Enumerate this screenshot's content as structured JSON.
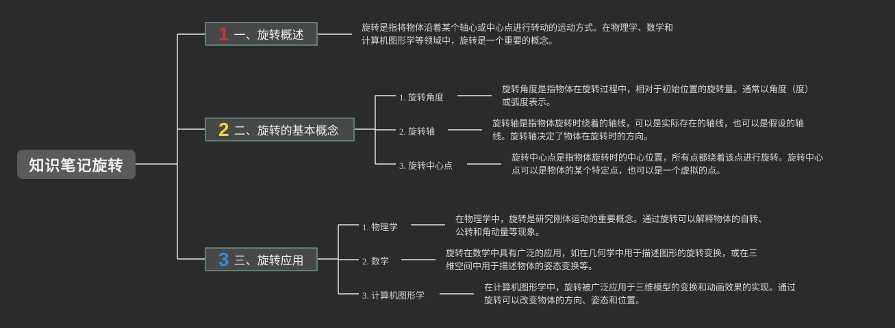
{
  "root": {
    "title": "知识笔记旋转"
  },
  "branches": [
    {
      "number": "1",
      "number_color": "#d0303c",
      "label": "一、旋转概述",
      "description_lines": [
        "旋转是指将物体沿着某个轴心或中心点进行转动的运动方式。在物理学、数学和",
        "计算机图形学等领域中，旋转是一个重要的概念。"
      ]
    },
    {
      "number": "2",
      "number_color": "#f2d33a",
      "label": "二、旋转的基本概念",
      "children": [
        {
          "label": "1. 旋转角度",
          "description_lines": [
            "旋转角度是指物体在旋转过程中，相对于初始位置的旋转量。通常以角度（度）",
            "或弧度表示。"
          ]
        },
        {
          "label": "2. 旋转轴",
          "description_lines": [
            "旋转轴是指物体旋转时绕着的轴线，可以是实际存在的轴线，也可以是假设的轴",
            "线。旋转轴决定了物体在旋转时的方向。"
          ]
        },
        {
          "label": "3. 旋转中心点",
          "description_lines": [
            "旋转中心点是指物体旋转时的中心位置，所有点都绕着该点进行旋转。旋转中心",
            "点可以是物体的某个特定点，也可以是一个虚拟的点。"
          ]
        }
      ]
    },
    {
      "number": "3",
      "number_color": "#2f8fd6",
      "label": "三、旋转应用",
      "children": [
        {
          "label": "1. 物理学",
          "description_lines": [
            "在物理学中，旋转是研究刚体运动的重要概念。通过旋转可以解释物体的自转、",
            "公转和角动量等现象。"
          ]
        },
        {
          "label": "2. 数学",
          "description_lines": [
            "旋转在数学中具有广泛的应用，如在几何学中用于描述图形的旋转变换，或在三",
            "维空间中用于描述物体的姿态变换等。"
          ]
        },
        {
          "label": "3. 计算机图形学",
          "description_lines": [
            "在计算机图形学中，旋转被广泛应用于三维模型的变换和动画效果的实现。通过",
            "旋转可以改变物体的方向、姿态和位置。"
          ]
        }
      ]
    }
  ],
  "colors": {
    "background": "#2b2b2b",
    "connector": "#e6e6e6",
    "branch_border": "#5f7f78"
  }
}
